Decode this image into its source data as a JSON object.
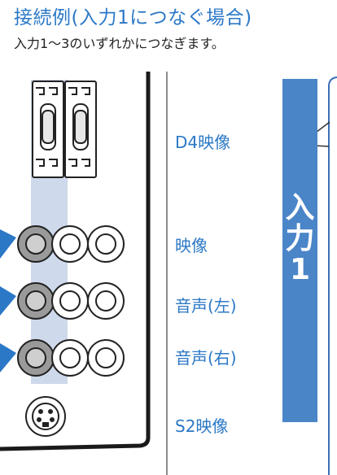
{
  "title": "接続例(入力1につなぐ場合)",
  "subtitle": "入力1〜3のいずれかにつなぎます。",
  "connectors": {
    "d4": "D4映像",
    "video": "映像",
    "audio_left": "音声(左)",
    "audio_right": "音声(右)",
    "s2": "S2映像"
  },
  "input_group": {
    "char1": "入",
    "char2": "力",
    "char3": "1"
  },
  "colors": {
    "accent": "#2b78c6",
    "bar": "#4a85c8",
    "highlight_strip": "#cfd9ec"
  }
}
